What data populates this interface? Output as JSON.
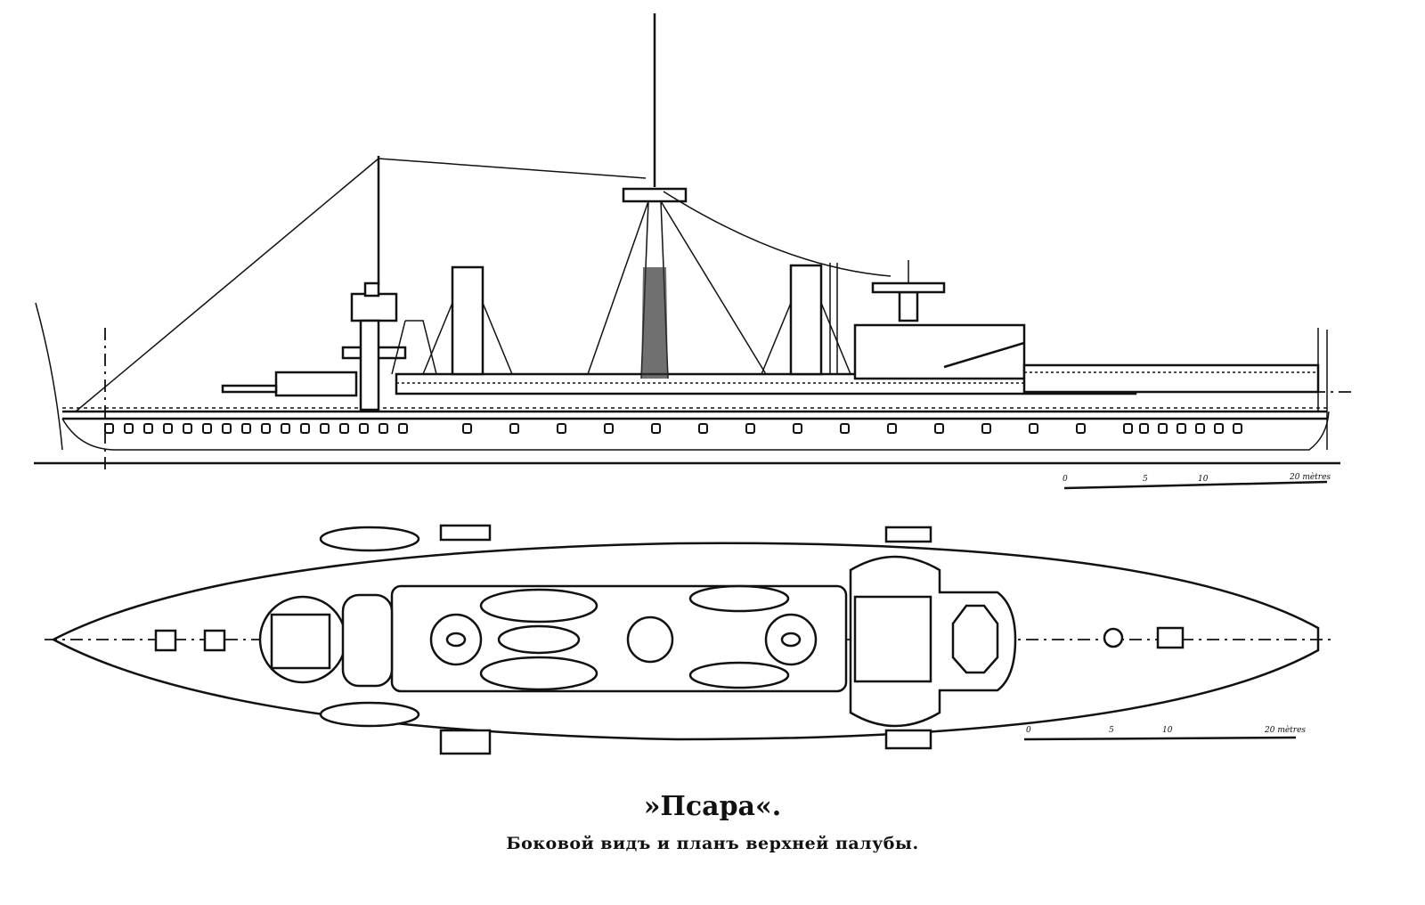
{
  "caption": {
    "title": "»Псара«.",
    "subtitle": "Боковой видъ и планъ верхней палубы."
  },
  "side_view_scale": {
    "labels": [
      "0",
      "5",
      "10",
      "20 mètres"
    ]
  },
  "plan_view_scale": {
    "labels": [
      "0",
      "5",
      "10",
      "20 mètres"
    ]
  }
}
